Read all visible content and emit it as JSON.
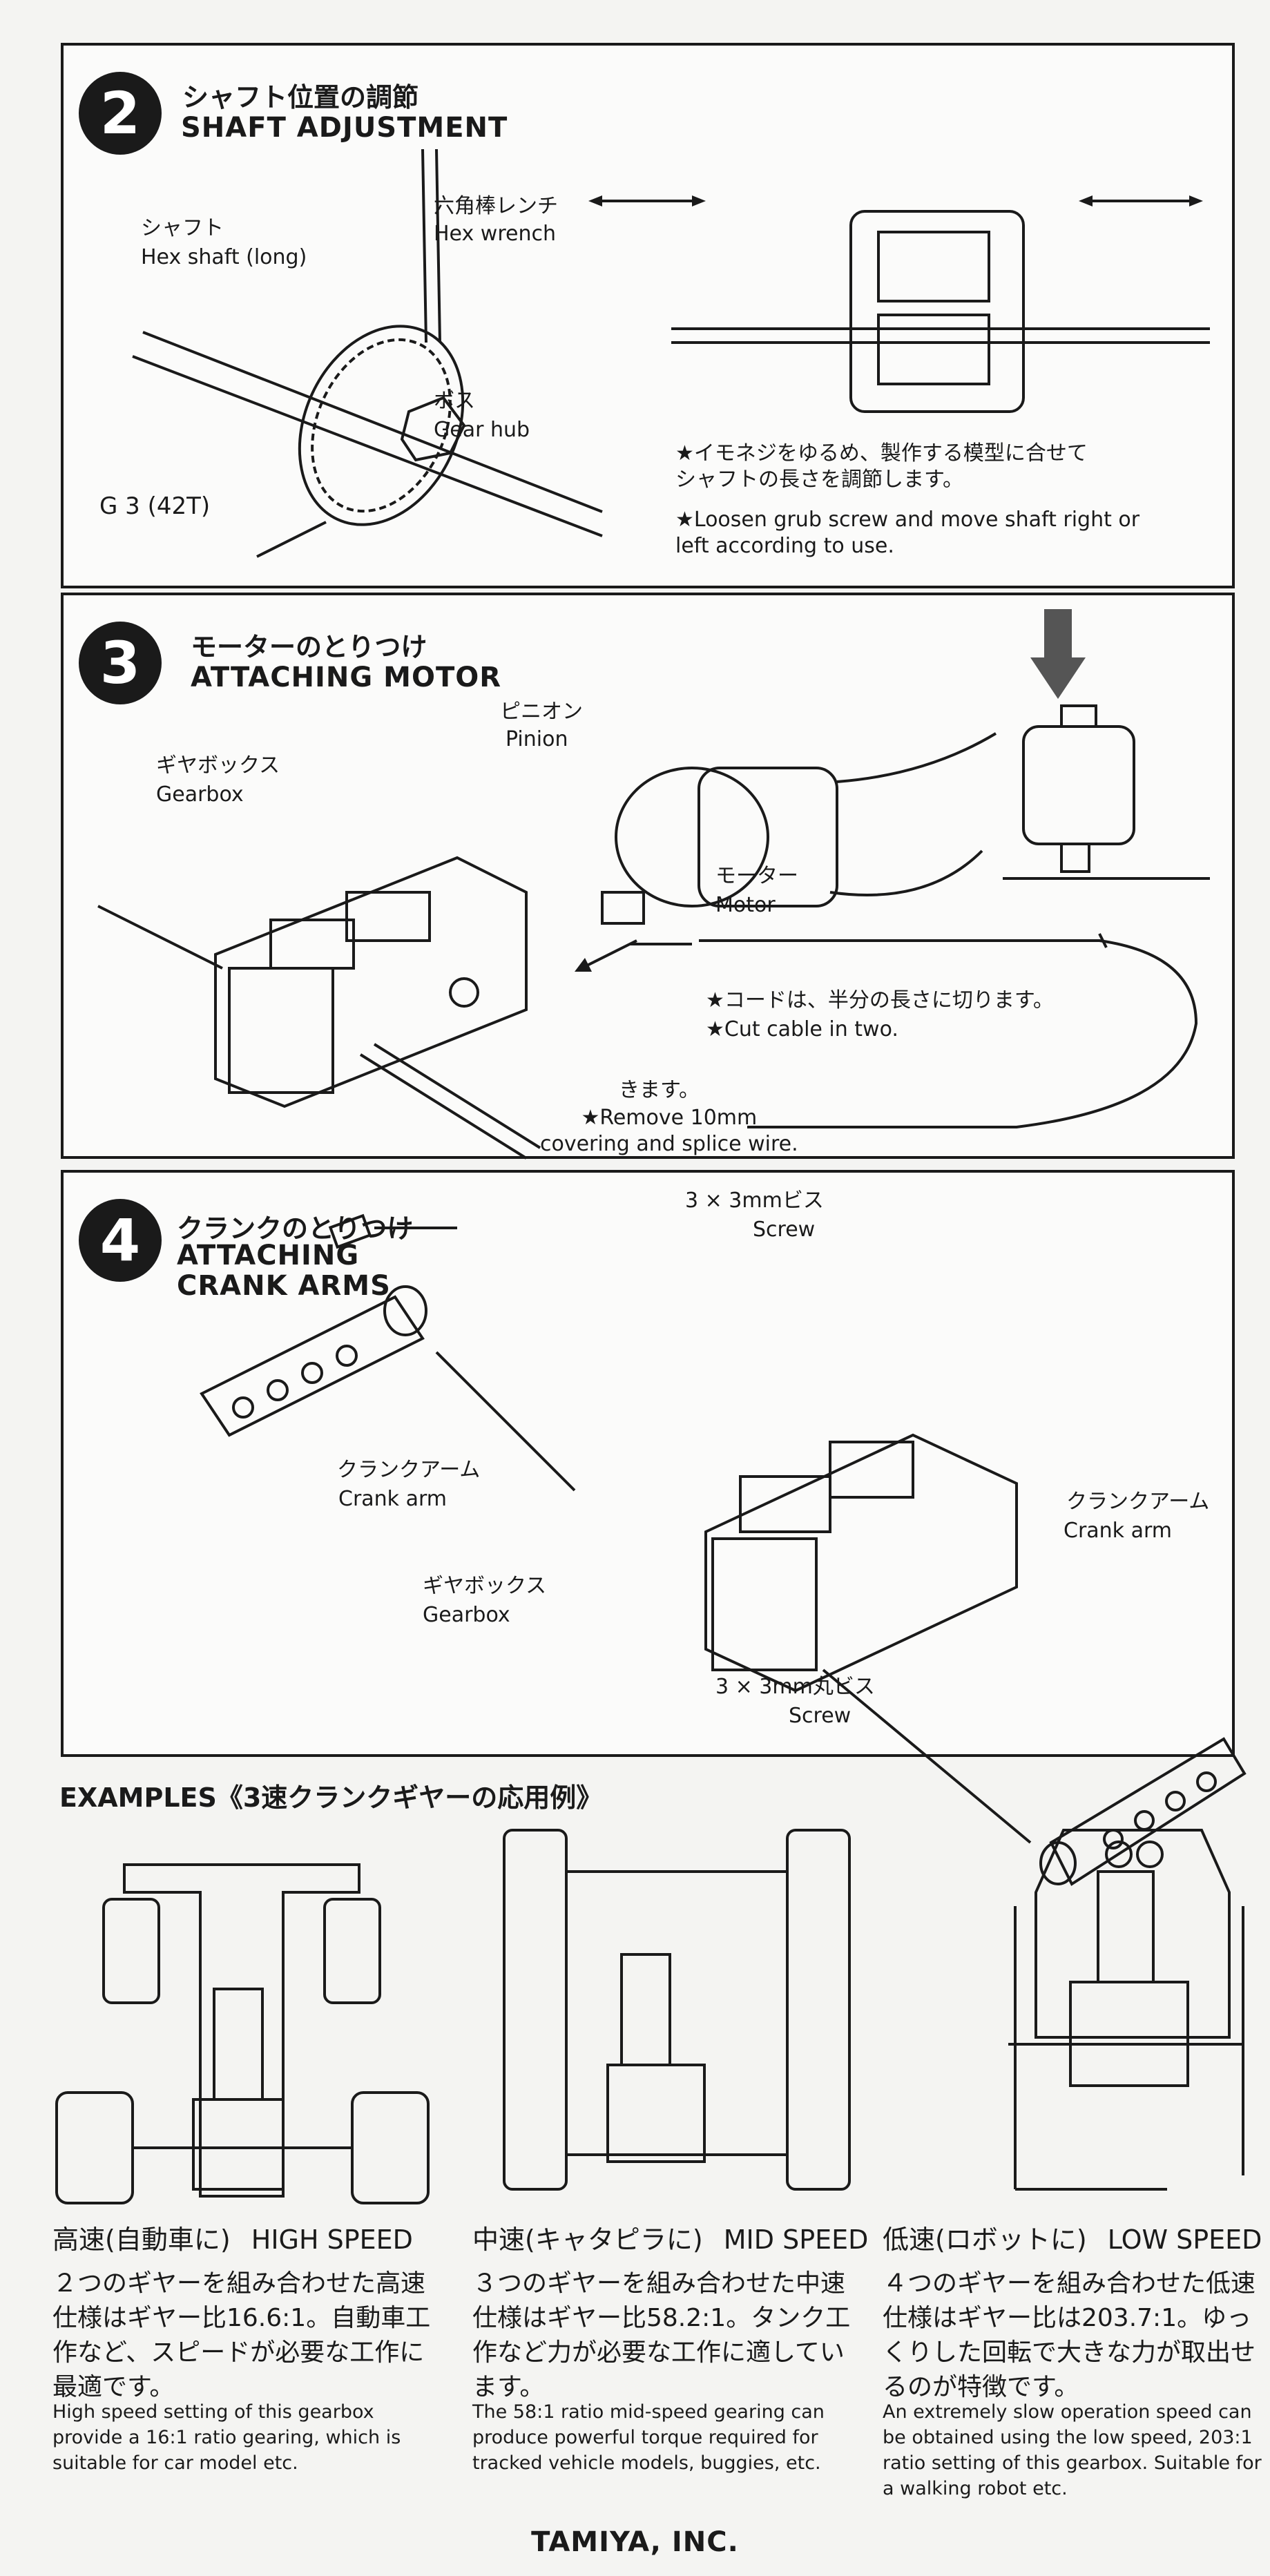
{
  "step2": {
    "number": "2",
    "title_ja": "シャフト位置の調節",
    "title_en": "SHAFT ADJUSTMENT",
    "labels": {
      "hex_wrench_ja": "六角棒レンチ",
      "hex_wrench_en": "Hex wrench",
      "shaft_ja": "シャフト",
      "shaft_en": "Hex shaft (long)",
      "boss_ja": "ボス",
      "boss_en": "Gear hub",
      "gear": "G 3 (42T)"
    },
    "note_ja": "★イモネジをゆるめ、製作する模型に合せて\nシャフトの長さを調節します。",
    "note_en": "★Loosen grub screw and move shaft right or\nleft according to use."
  },
  "step3": {
    "number": "3",
    "title_ja": "モーターのとりつけ",
    "title_en": "ATTACHING MOTOR",
    "labels": {
      "pinion_ja": "ピニオン",
      "pinion_en": "Pinion",
      "gearbox_ja": "ギヤボックス",
      "gearbox_en": "Gearbox",
      "motor_ja": "モーター",
      "motor_en": "Motor"
    },
    "cut_ja": "★コードは、半分の長さに切ります。",
    "cut_en": "★Cut cable in two.",
    "remove_ja": "きます。",
    "remove_en": "★Remove 10mm\ncovering and splice wire."
  },
  "step4": {
    "number": "4",
    "title_ja": "クランクのとりつけ",
    "title_en": "ATTACHING\nCRANK ARMS",
    "labels": {
      "screw_top_ja": "3 × 3mmビス",
      "screw_top_en": "Screw",
      "crank_left_ja": "クランクアーム",
      "crank_left_en": "Crank arm",
      "crank_right_ja": "クランクアーム",
      "crank_right_en": "Crank arm",
      "gearbox_ja": "ギヤボックス",
      "gearbox_en": "Gearbox",
      "screw_bottom_ja": "3 × 3mm丸ビス",
      "screw_bottom_en": "Screw"
    }
  },
  "examples": {
    "heading": "EXAMPLES《3速クランクギヤーの応用例》",
    "items": [
      {
        "title_ja": "高速(自動車に)",
        "title_en": "HIGH SPEED",
        "body_ja": "２つのギヤーを組み合わせた高速仕様はギヤー比16.6:1。自動車工作など、スピードが必要な工作に最適です。",
        "body_en": "High speed setting of this gearbox provide a 16:1 ratio gearing, which is suitable for car model etc."
      },
      {
        "title_ja": "中速(キャタピラに)",
        "title_en": "MID SPEED",
        "body_ja": "３つのギヤーを組み合わせた中速仕様はギヤー比58.2:1。タンク工作など力が必要な工作に適しています。",
        "body_en": "The 58:1 ratio mid-speed gearing can produce powerful torque required for tracked vehicle models, buggies, etc."
      },
      {
        "title_ja": "低速(ロボットに)",
        "title_en": "LOW SPEED",
        "body_ja": "４つのギヤーを組み合わせた低速仕様はギヤー比は203.7:1。ゆっくりした回転で大きな力が取出せるのが特徴です。",
        "body_en": "An extremely slow operation speed can be obtained using the low speed, 203:1 ratio setting of this gearbox. Suitable for a walking robot etc."
      }
    ]
  },
  "footer": "TAMIYA, INC."
}
